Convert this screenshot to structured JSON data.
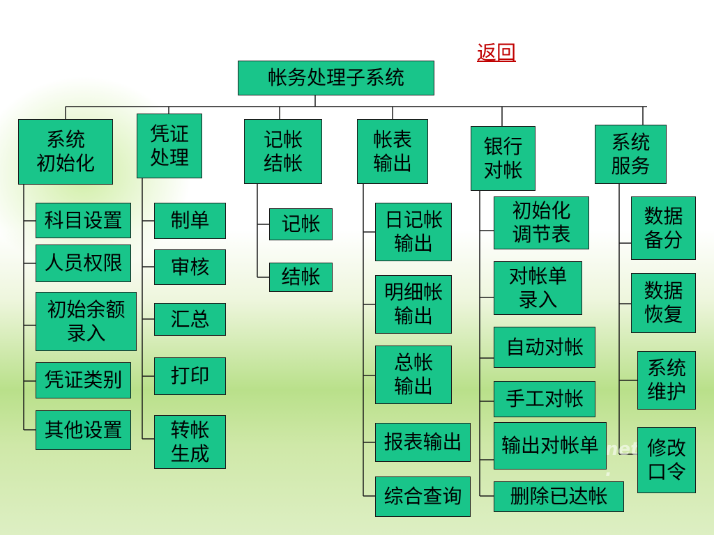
{
  "back_link": "返回",
  "root": "帐务处理子系统",
  "modules": {
    "init": "系统\n初始化",
    "voucher": "凭证\n处理",
    "posting": "记帐\n结帐",
    "reports": "帐表\n输出",
    "bank": "银行\n对帐",
    "service": "系统\n服务"
  },
  "init_items": [
    "科目设置",
    "人员权限",
    "初始余额\n录入",
    "凭证类别",
    "其他设置"
  ],
  "voucher_items": [
    "制单",
    "审核",
    "汇总",
    "打印",
    "转帐\n生成"
  ],
  "posting_items": [
    "记帐",
    "结帐"
  ],
  "reports_items": [
    "日记帐\n输出",
    "明细帐\n输出",
    "总帐\n输出",
    "报表输出",
    "综合查询"
  ],
  "bank_items": [
    "初始化\n调节表",
    "对帐单\n录入",
    "自动对帐",
    "手工对帐",
    "输出对帐单",
    "删除已达帐"
  ],
  "service_items": [
    "数据\n备分",
    "数据\n恢复",
    "系统\n维护",
    "修改\n口令"
  ],
  "colors": {
    "box_fill": "#19c58a",
    "line": "#1a1a1a",
    "link": "#c00000"
  }
}
